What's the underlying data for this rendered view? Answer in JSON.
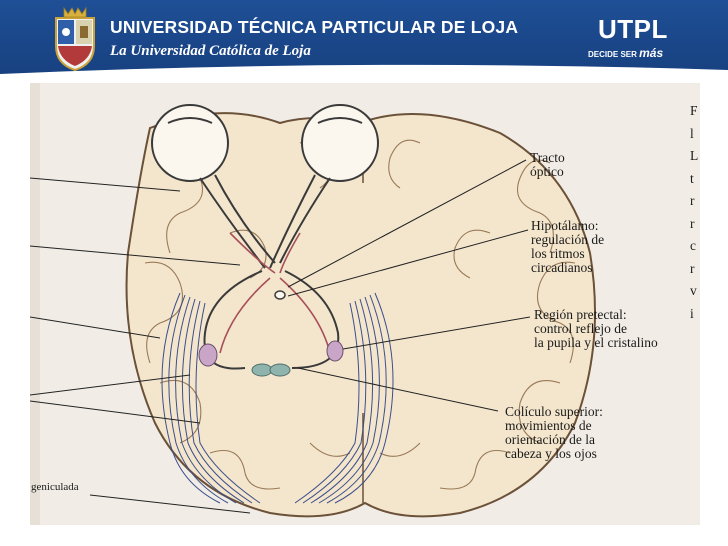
{
  "header": {
    "university_name": "UNIVERSIDAD TÉCNICA PARTICULAR DE LOJA",
    "university_subtitle": "La Universidad Católica de Loja",
    "brand": "UTPL",
    "tagline_prefix": "DECIDE SER",
    "tagline_emphasis": "más"
  },
  "colors": {
    "banner": "#1f4f96",
    "paper": "#f1ede6",
    "brain": "#f4e6cd",
    "brain_outline": "#6b5138",
    "optic_path": "#a8505a",
    "fibers": "#3c4f8c",
    "pretectal": "#c9a5c7",
    "colliculus": "#8fb3ad"
  },
  "diagram": {
    "labels": {
      "tracto_optico": [
        "Tracto",
        "óptico"
      ],
      "hipotalamo": [
        "Hipotálamo:",
        "regulación de",
        "los ritmos",
        "circadianos"
      ],
      "region_pretectal": [
        "Región pretectal:",
        "control reflejo de",
        "la pupila y el cristalino"
      ],
      "coliculo_superior": [
        "Colículo superior:",
        "movimientos de",
        "orientación de la",
        "cabeza y los ojos"
      ],
      "bottom_left_fragment": "geniculada"
    },
    "cropped_text_column": [
      "F",
      "l",
      "L",
      "t",
      "r",
      "r",
      "c",
      "r",
      "v",
      "i"
    ]
  }
}
